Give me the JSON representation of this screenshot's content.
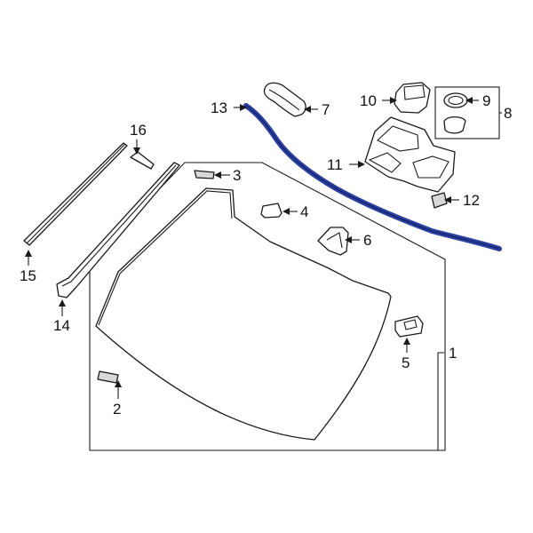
{
  "callouts": {
    "c1": "1",
    "c2": "2",
    "c3": "3",
    "c4": "4",
    "c5": "5",
    "c6": "6",
    "c7": "7",
    "c8": "8",
    "c9": "9",
    "c10": "10",
    "c11": "11",
    "c12": "12",
    "c13": "13",
    "c14": "14",
    "c15": "15",
    "c16": "16"
  },
  "colors": {
    "highlight": "#2b3f9e",
    "outline": "#1a1a1a"
  },
  "highlighted_part": "13"
}
